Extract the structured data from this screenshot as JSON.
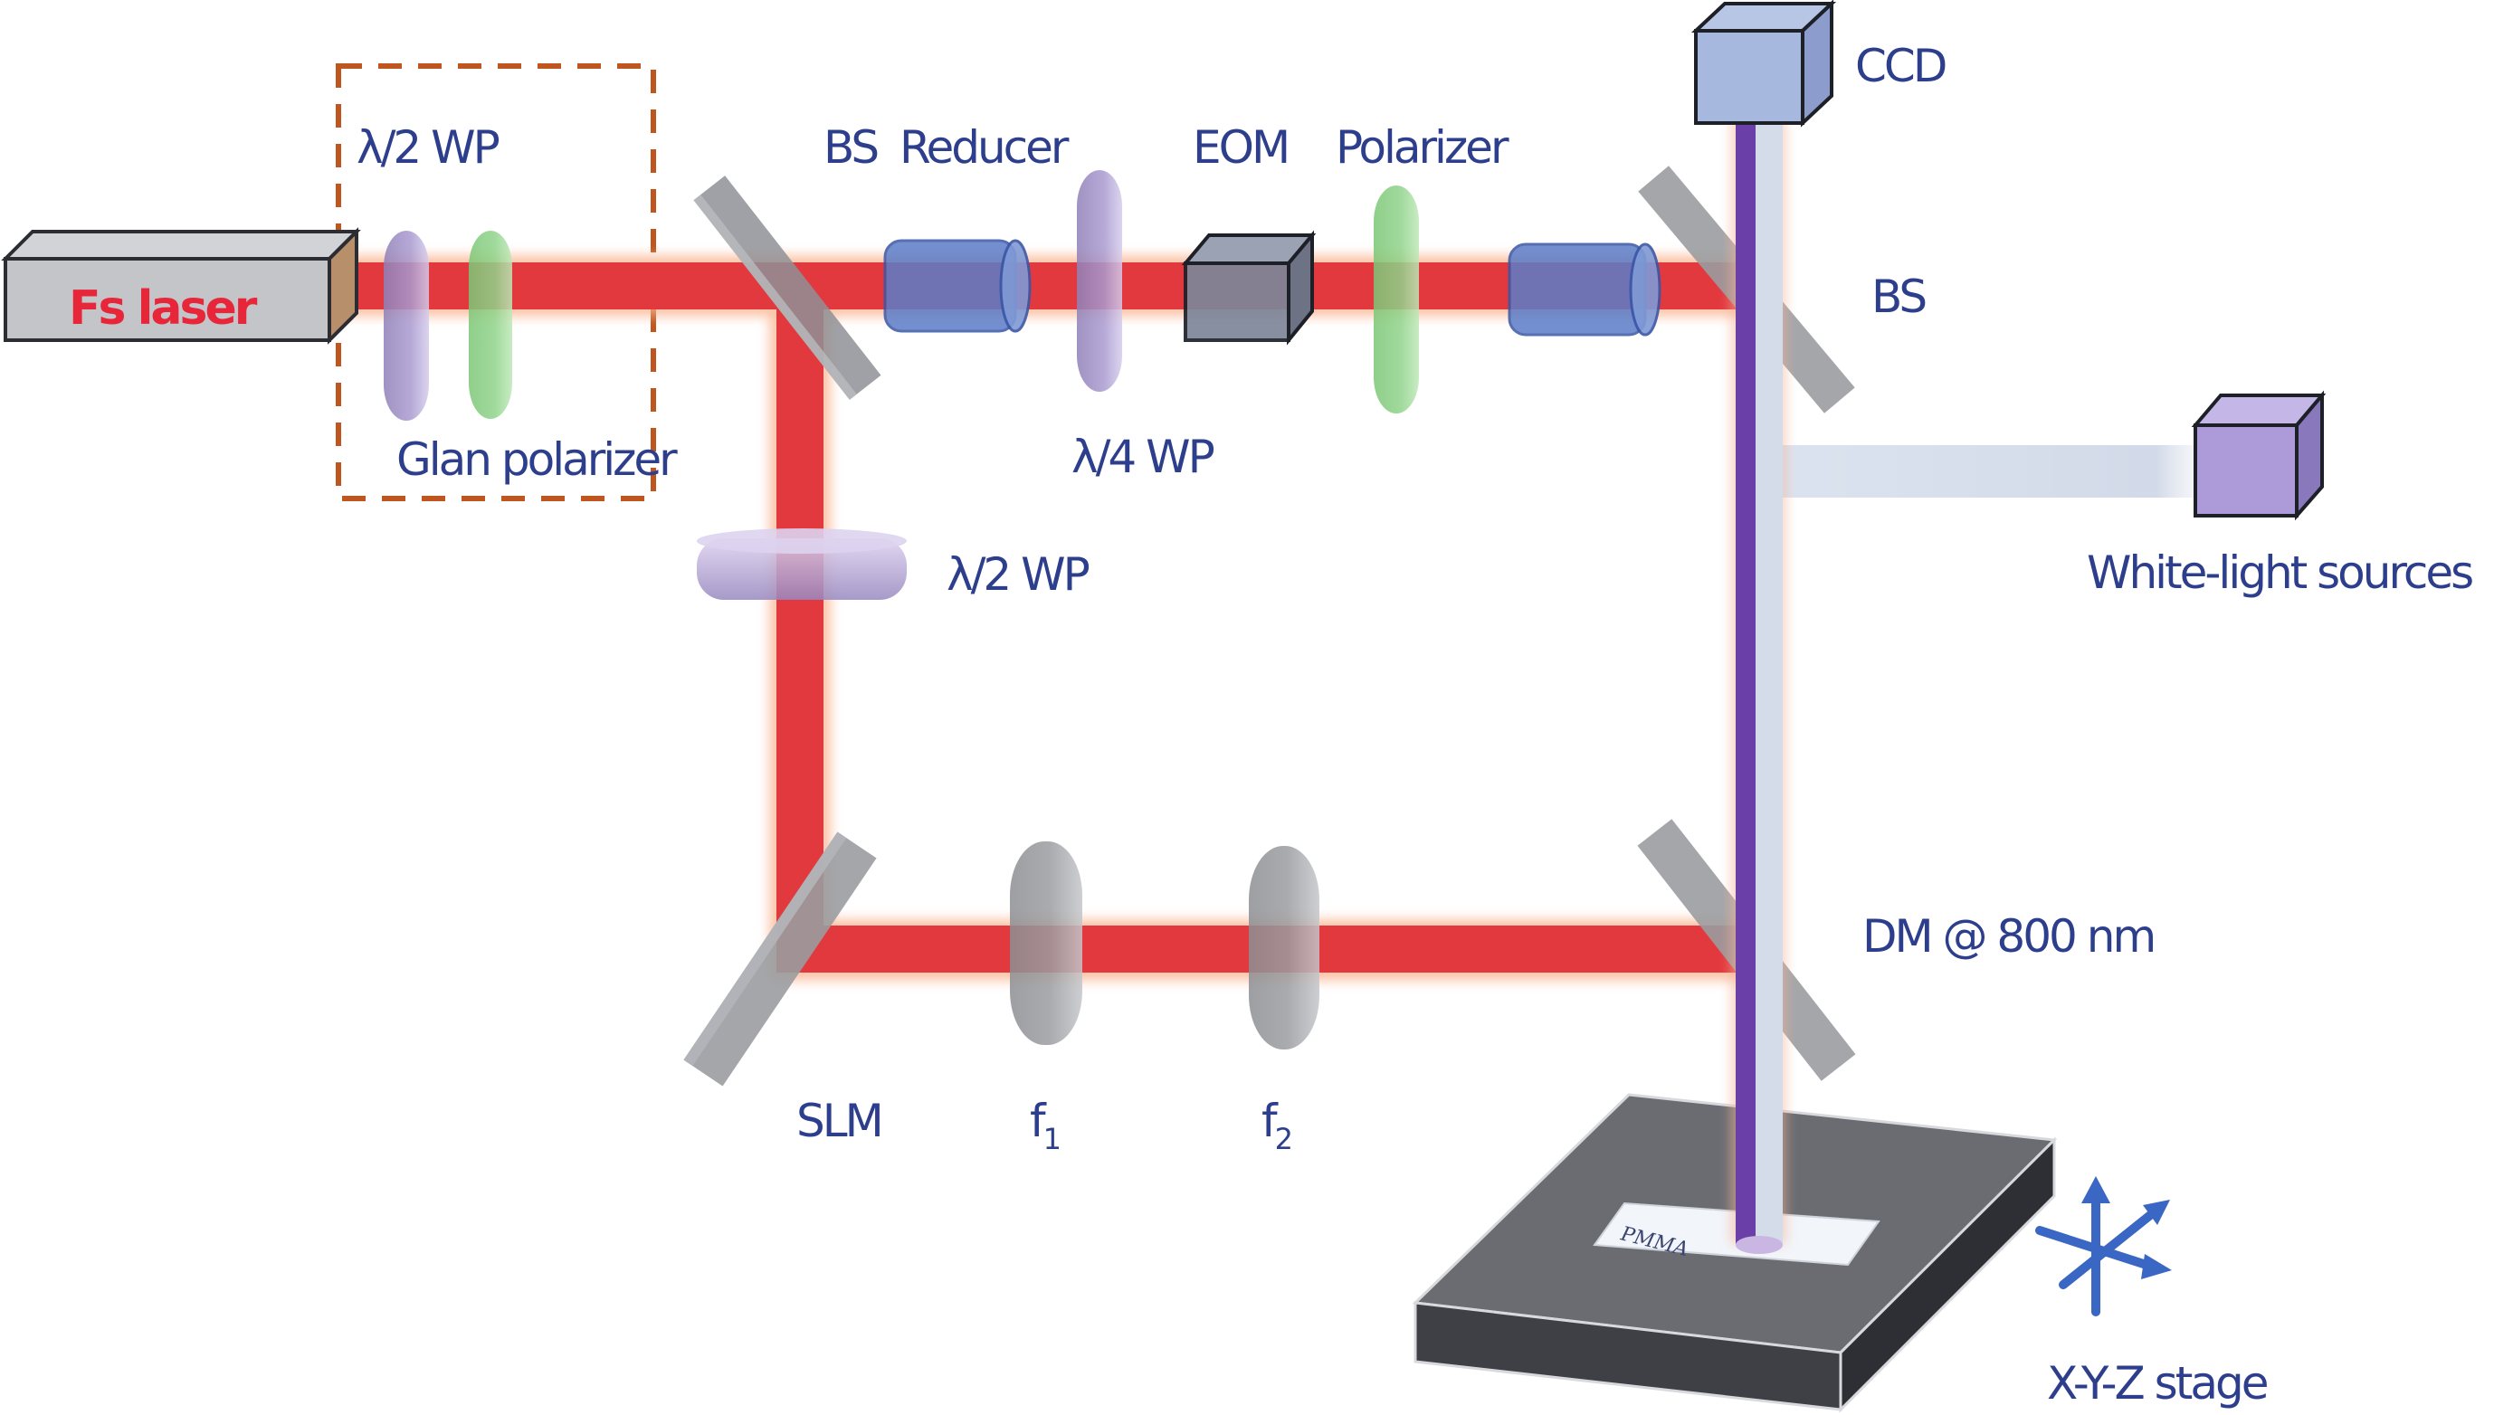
{
  "figure": {
    "title": "Femtosecond laser direct writing optical setup",
    "colors": {
      "laser_beam": "#e2393e",
      "beam_glow": "#f9b08a",
      "label_text": "#2d3f8c",
      "laser_label": "#e8263a",
      "dashed_box": "#c0561f",
      "mirror_gray": "#9a9ca0",
      "half_wave_plate": "#a99ad0",
      "glan_polarizer": "#8fd38a",
      "reducer": "#5b7cc8",
      "eom": "#7d8699",
      "ccd": "#a7b8de",
      "white_light_source": "#ad9ad8",
      "imaging_beam_purple": "#6b3fa8",
      "imaging_beam_white": "#d4dcea",
      "stage": "#6a6c72",
      "axes_arrows": "#3a66c4"
    }
  },
  "labels": {
    "fs_laser": "Fs laser",
    "half_wp_1": "λ/2 WP",
    "glan_polarizer": "Glan polarizer",
    "bs_1": "BS",
    "reducer": "Reducer",
    "quarter_wp": "λ/4 WP",
    "eom": "EOM",
    "polarizer": "Polarizer",
    "ccd": "CCD",
    "bs_2": "BS",
    "white_light": "White-light sources",
    "half_wp_2": "λ/2 WP",
    "slm": "SLM",
    "f1_base": "f",
    "f1_sub": "1",
    "f2_base": "f",
    "f2_sub": "2",
    "dm": "DM @ 800 nm",
    "sample": "PMMA",
    "stage": "X-Y-Z stage"
  }
}
